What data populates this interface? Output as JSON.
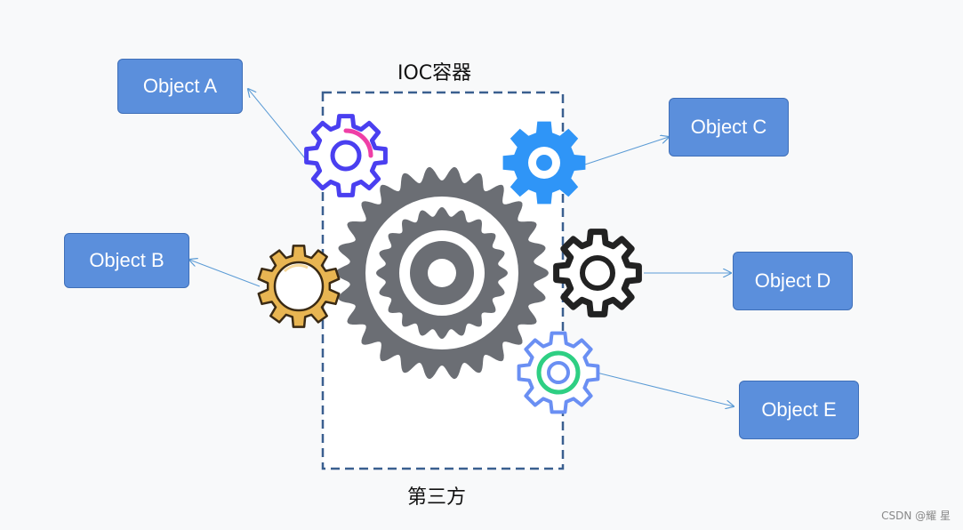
{
  "container": {
    "title": "IOC容器",
    "footer": "第三方"
  },
  "objects": {
    "a": "Object A",
    "b": "Object B",
    "c": "Object C",
    "d": "Object D",
    "e": "Object E"
  },
  "watermark": "CSDN @耀 星",
  "colors": {
    "object_fill": "#5b8fdc",
    "dashed_border": "#3a5f8f",
    "arrow": "#5b9bd5",
    "big_gear": "#6b6e74",
    "gear_purple": "#4a3ff0",
    "gear_pink_arc": "#ef3fa6",
    "gear_blue": "#2f95f7",
    "gear_yellow": "#e8b552",
    "gear_black": "#222222",
    "gear_light_blue": "#6a8ff3",
    "gear_green": "#2ecf83"
  }
}
